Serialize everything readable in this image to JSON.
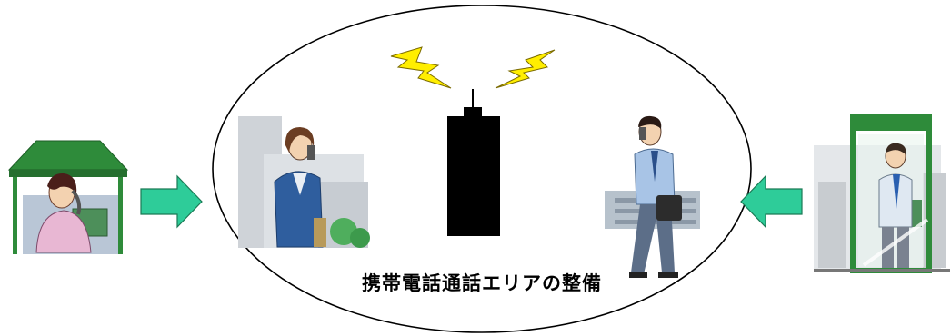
{
  "diagram": {
    "caption": "携帯電話通話エリアの整備",
    "colors": {
      "arrow": "#2ecc99",
      "arrow_stroke": "#1a7a55",
      "lightning": "#ffee00",
      "lightning_stroke": "#7a6a00",
      "tower": "#000000",
      "booth_green": "#2e8b3a",
      "building_gray": "#c8ccd0",
      "suit_blue": "#3b5fa8",
      "skin": "#f3d2b0"
    },
    "elements": {
      "left_figure": "phone-booth-woman",
      "right_figure": "phone-booth-man",
      "center_tower": "cell-tower",
      "center_left_person": "woman-with-mobile",
      "center_right_person": "man-with-mobile",
      "left_arrow": "right-arrow",
      "right_arrow": "left-arrow"
    }
  }
}
